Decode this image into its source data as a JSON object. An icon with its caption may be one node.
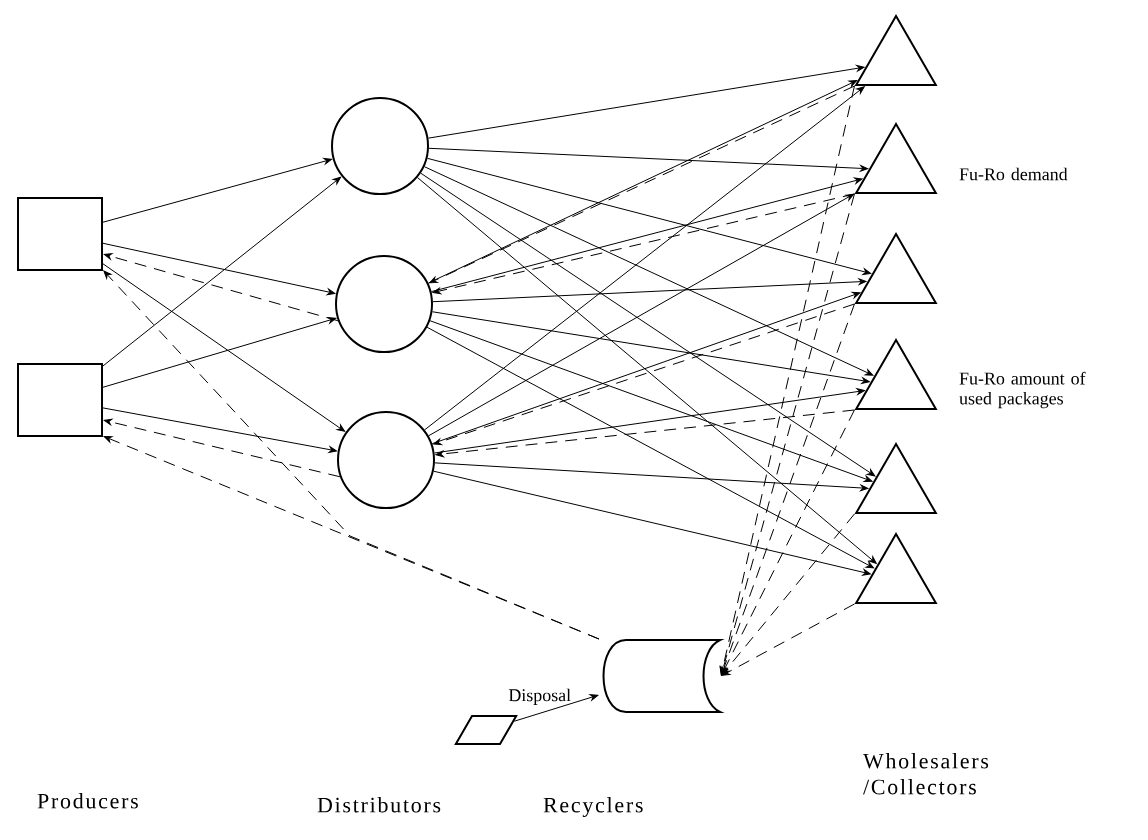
{
  "diagram": {
    "nodes": [
      {
        "text": [],
        "shape": "box"
      },
      {
        "text": [],
        "shape": "box"
      },
      {
        "text": [],
        "shape": "circle"
      },
      {
        "text": [],
        "shape": "circle"
      },
      {
        "text": [],
        "shape": "circle"
      },
      {
        "text": [],
        "shape": "triangle"
      },
      {
        "text": [],
        "shape": "triangle",
        "beside": [
          "Fu-Ro demand"
        ]
      },
      {
        "text": [],
        "shape": "triangle"
      },
      {
        "text": [],
        "shape": "triangle",
        "beside": [
          "Fu-Ro amount of used packages"
        ]
      },
      {
        "text": [],
        "shape": "triangle"
      },
      {
        "text": [],
        "shape": "triangle"
      },
      {
        "text": [],
        "shape": "cylinder"
      },
      {
        "text": [],
        "shape": "parallelogram"
      }
    ],
    "edges": [
      {
        "from": 0,
        "to": 2,
        "arrow": "to"
      },
      {
        "from": 0,
        "to": 3,
        "arrow": "to"
      },
      {
        "from": 0,
        "to": 4,
        "arrow": "to"
      },
      {
        "from": 1,
        "to": 2,
        "arrow": "to"
      },
      {
        "from": 1,
        "to": 3,
        "arrow": "to"
      },
      {
        "from": 1,
        "to": 4,
        "arrow": "to"
      },
      {
        "from": 2,
        "to": 5,
        "arrow": "to"
      },
      {
        "from": 2,
        "to": 6,
        "arrow": "to"
      },
      {
        "from": 2,
        "to": 7,
        "arrow": "to"
      },
      {
        "from": 2,
        "to": 8,
        "arrow": "to"
      },
      {
        "from": 2,
        "to": 9,
        "arrow": "to"
      },
      {
        "from": 2,
        "to": 10,
        "arrow": "to"
      },
      {
        "from": 3,
        "to": 5,
        "arrow": "to"
      },
      {
        "from": 3,
        "to": 6,
        "arrow": "to"
      },
      {
        "from": 3,
        "to": 7,
        "arrow": "to"
      },
      {
        "from": 3,
        "to": 8,
        "arrow": "to"
      },
      {
        "from": 3,
        "to": 9,
        "arrow": "to"
      },
      {
        "from": 3,
        "to": 10,
        "arrow": "to"
      },
      {
        "from": 4,
        "to": 5,
        "arrow": "to"
      },
      {
        "from": 4,
        "to": 6,
        "arrow": "to"
      },
      {
        "from": 4,
        "to": 7,
        "arrow": "to"
      },
      {
        "from": 4,
        "to": 8,
        "arrow": "to"
      },
      {
        "from": 4,
        "to": 9,
        "arrow": "to"
      },
      {
        "from": 4,
        "to": 10,
        "arrow": "to"
      },
      {
        "from": 5,
        "to": 3,
        "arrow": "to",
        "style": "dashed"
      },
      {
        "from": 6,
        "to": 3,
        "arrow": "to",
        "style": "dashed"
      },
      {
        "from": 7,
        "to": 4,
        "arrow": "to",
        "style": "dashed"
      },
      {
        "from": 8,
        "to": 4,
        "arrow": "to",
        "style": "dashed"
      },
      {
        "from": 3,
        "to": 0,
        "arrow": "to",
        "style": "dashed"
      },
      {
        "from": 4,
        "to": 1,
        "arrow": "to",
        "style": "dashed"
      },
      {
        "from": 5,
        "to": 11,
        "arrow": "to",
        "style": "dashed"
      },
      {
        "from": 6,
        "to": 11,
        "arrow": "to",
        "style": "dashed"
      },
      {
        "from": 7,
        "to": 11,
        "arrow": "to",
        "style": "dashed"
      },
      {
        "from": 8,
        "to": 11,
        "arrow": "to",
        "style": "dashed"
      },
      {
        "from": 9,
        "to": 11,
        "arrow": "to",
        "style": "dashed"
      },
      {
        "from": 10,
        "to": 11,
        "arrow": "to",
        "style": "dashed"
      },
      {
        "from": 11,
        "to": 0,
        "arrow": "to",
        "style": "dashed"
      },
      {
        "from": 11,
        "to": 1,
        "arrow": "to",
        "style": "dashed"
      },
      {
        "from": 12,
        "to": 11,
        "arrow": "to",
        "label": "Disposal"
      }
    ],
    "labels": [
      "Wholesalers /Collectors",
      "Producers",
      "Distributors",
      "Recyclers"
    ]
  }
}
